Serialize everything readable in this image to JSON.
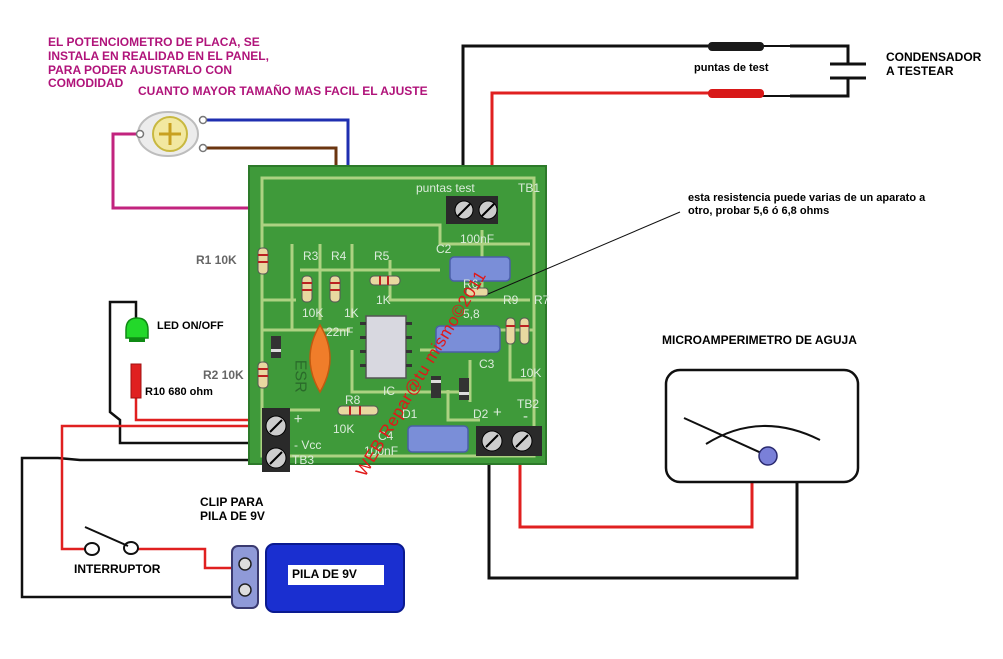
{
  "note": {
    "lines": [
      "EL POTENCIOMETRO DE PLACA, SE",
      "INSTALA EN REALIDAD EN EL PANEL,",
      "PARA PODER AJUSTARLO CON",
      "COMODIDAD"
    ],
    "tail": "CUANTO MAYOR TAMAÑO MAS FACIL EL AJUSTE"
  },
  "labels": {
    "test_probes": "puntas de test",
    "capacitor_lines": [
      "CONDENSADOR",
      "A TESTEAR"
    ],
    "resistor_note_lines": [
      "esta resistencia puede varias de un aparato a",
      "otro, probar 5,6 ó 6,8 ohms"
    ],
    "meter": "MICROAMPERIMETRO DE AGUJA",
    "led": "LED ON/OFF",
    "r10": "R10 680 ohm",
    "clip_lines": [
      "CLIP PARA",
      "PILA DE 9V"
    ],
    "battery": "PILA DE 9V",
    "switch": "INTERRUPTOR",
    "r1": "R1  10K",
    "r2": "R2 10K"
  },
  "pcb": {
    "puntas_test": "puntas test",
    "tb1": "TB1",
    "tb2": "TB2",
    "tb3": "TB3",
    "r3": "R3",
    "r4": "R4",
    "r5": "R5",
    "r6": "R6",
    "r7": "R7",
    "r8": "R8",
    "r9": "R9",
    "c2": "C2",
    "c3": "C3",
    "c4": "C4",
    "c2_val": "100nF",
    "c4_val": "100nF",
    "cap22": "22nF",
    "r6_val": "5,8",
    "val_10k_a": "10K",
    "val_1k_a": "1K",
    "val_1k_b": "1K",
    "val_10k_b": "10K",
    "val_10k_c": "10K",
    "d1": "D1",
    "d2": "D2",
    "vcc": "- Vcc",
    "plus": "+",
    "minus": "-",
    "esr": "ESR",
    "ic_part": "IC",
    "watermark": "WEB Repar@tu mismo©2011"
  },
  "colors": {
    "pcb": "#3f9a3a",
    "trace": "#b9d98a",
    "wire_red": "#e02020",
    "wire_black": "#101010",
    "wire_blue": "#1f2fb0",
    "wire_brown": "#6b3510",
    "wire_magenta": "#c2237e",
    "capacitor_blue": "#7a8ed8",
    "battery": "#1a2fd0",
    "terminal": "#2a2a2a",
    "led": "#23d82a",
    "watermark": "#e01818"
  }
}
